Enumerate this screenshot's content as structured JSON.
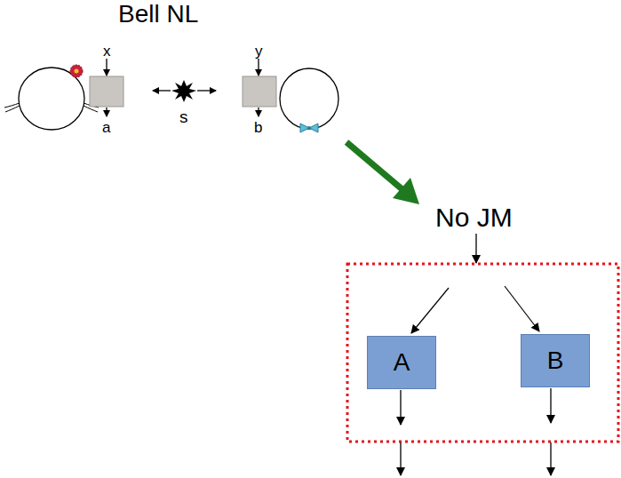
{
  "diagram": {
    "title": "Bell NL",
    "nodes": [
      {
        "text": [
          "A"
        ]
      },
      {
        "text": [
          "B"
        ]
      }
    ],
    "labels": [
      "x",
      "a",
      "s",
      "y",
      "b",
      "No JM"
    ]
  }
}
